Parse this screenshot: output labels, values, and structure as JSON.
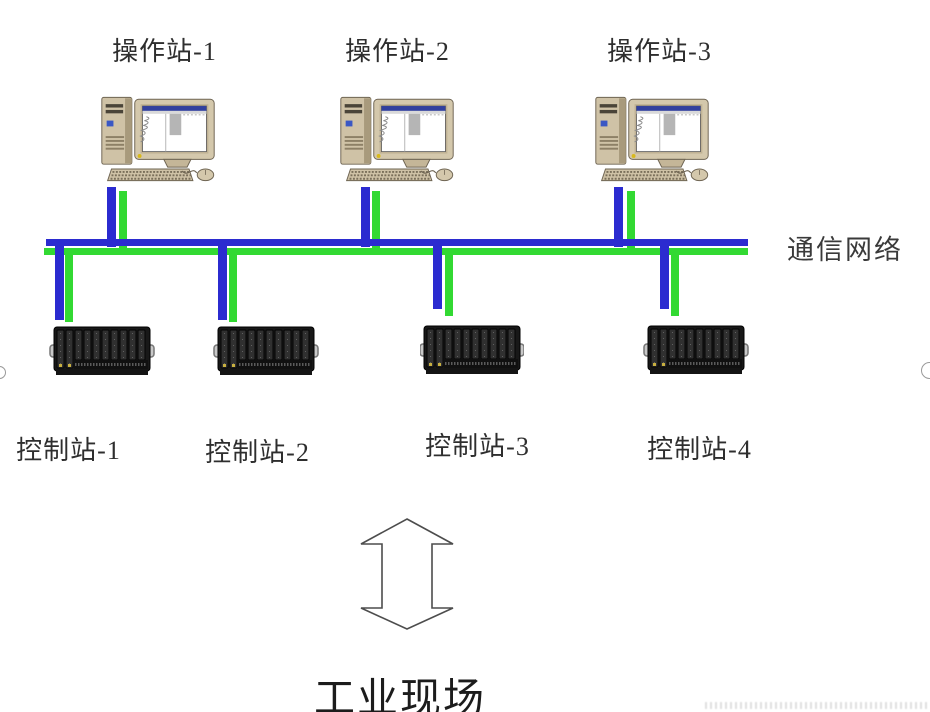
{
  "colors": {
    "bus_blue": "#2b2bd0",
    "bus_green": "#32d932",
    "label_color": "#2e2e2e"
  },
  "operator_stations": [
    {
      "label": "操作站-1"
    },
    {
      "label": "操作站-2"
    },
    {
      "label": "操作站-3"
    }
  ],
  "control_stations": [
    {
      "label": "控制站-1"
    },
    {
      "label": "控制站-2"
    },
    {
      "label": "控制站-3"
    },
    {
      "label": "控制站-4"
    }
  ],
  "network": {
    "label": "通信网络"
  },
  "field": {
    "label": "工业现场"
  }
}
